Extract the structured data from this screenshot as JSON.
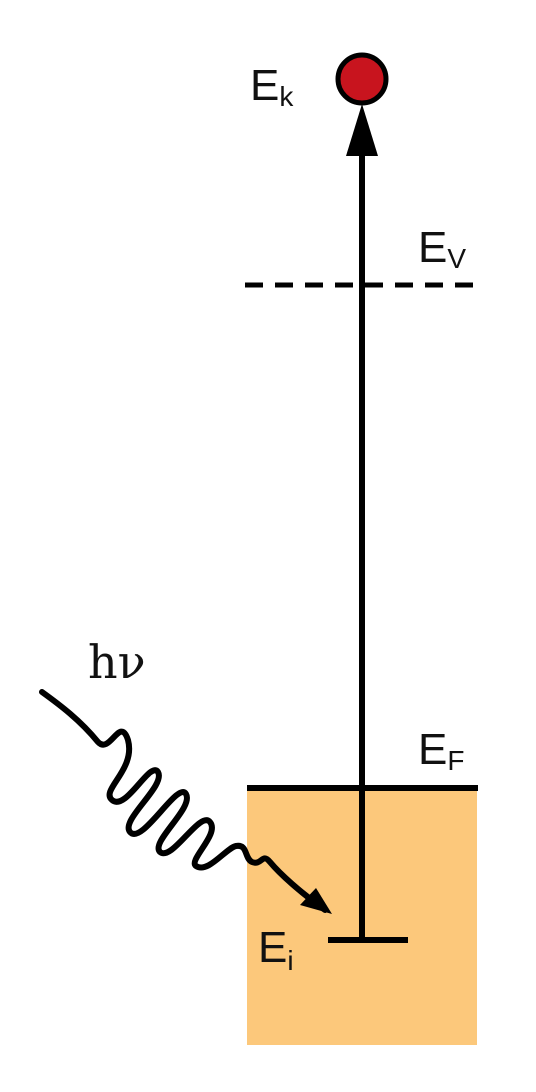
{
  "labels": {
    "kinetic": {
      "main": "E",
      "sub": "k"
    },
    "vacuum": {
      "main": "E",
      "sub": "V"
    },
    "fermi": {
      "main": "E",
      "sub": "F"
    },
    "initial": {
      "main": "E",
      "sub": "i"
    },
    "photon": "hν"
  },
  "colors": {
    "occupied_band": "#fcc87b",
    "electron": "#c8141e",
    "line": "#000000"
  }
}
